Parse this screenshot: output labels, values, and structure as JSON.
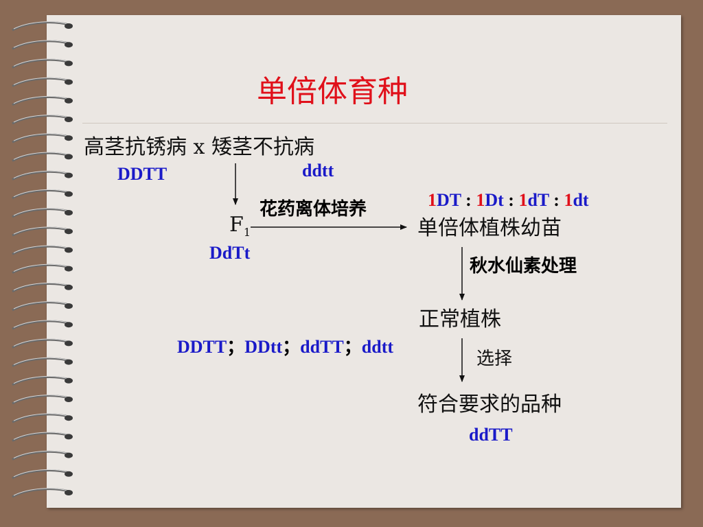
{
  "title": "单倍体育种",
  "cross": {
    "parent1": "高茎抗锈病",
    "x_symbol": "x",
    "parent2": "矮茎不抗病",
    "parent1_genotype": "DDTT",
    "parent2_genotype": "ddtt"
  },
  "f1": {
    "label": "F",
    "subscript": "1",
    "genotype": "DdTt"
  },
  "step1": {
    "label": "花药离体培养",
    "result": "单倍体植株幼苗",
    "ratio": [
      {
        "n": "1",
        "g": "DT"
      },
      {
        "n": "1",
        "g": "Dt"
      },
      {
        "n": "1",
        "g": "dT"
      },
      {
        "n": "1",
        "g": "dt"
      }
    ],
    "ratio_sep": " : "
  },
  "step2": {
    "label": "秋水仙素处理",
    "result": "正常植株",
    "genotypes": [
      "DDTT",
      "DDtt",
      "ddTT",
      "ddtt"
    ],
    "sep": "；"
  },
  "step3": {
    "label": "选择",
    "result": "符合要求的品种",
    "genotype": "ddTT"
  },
  "colors": {
    "title": "#e0101a",
    "genotype": "#1a1ac8",
    "ratio_number": "#e0101a",
    "background": "#8a6a55",
    "board": "#ebe7e3"
  }
}
